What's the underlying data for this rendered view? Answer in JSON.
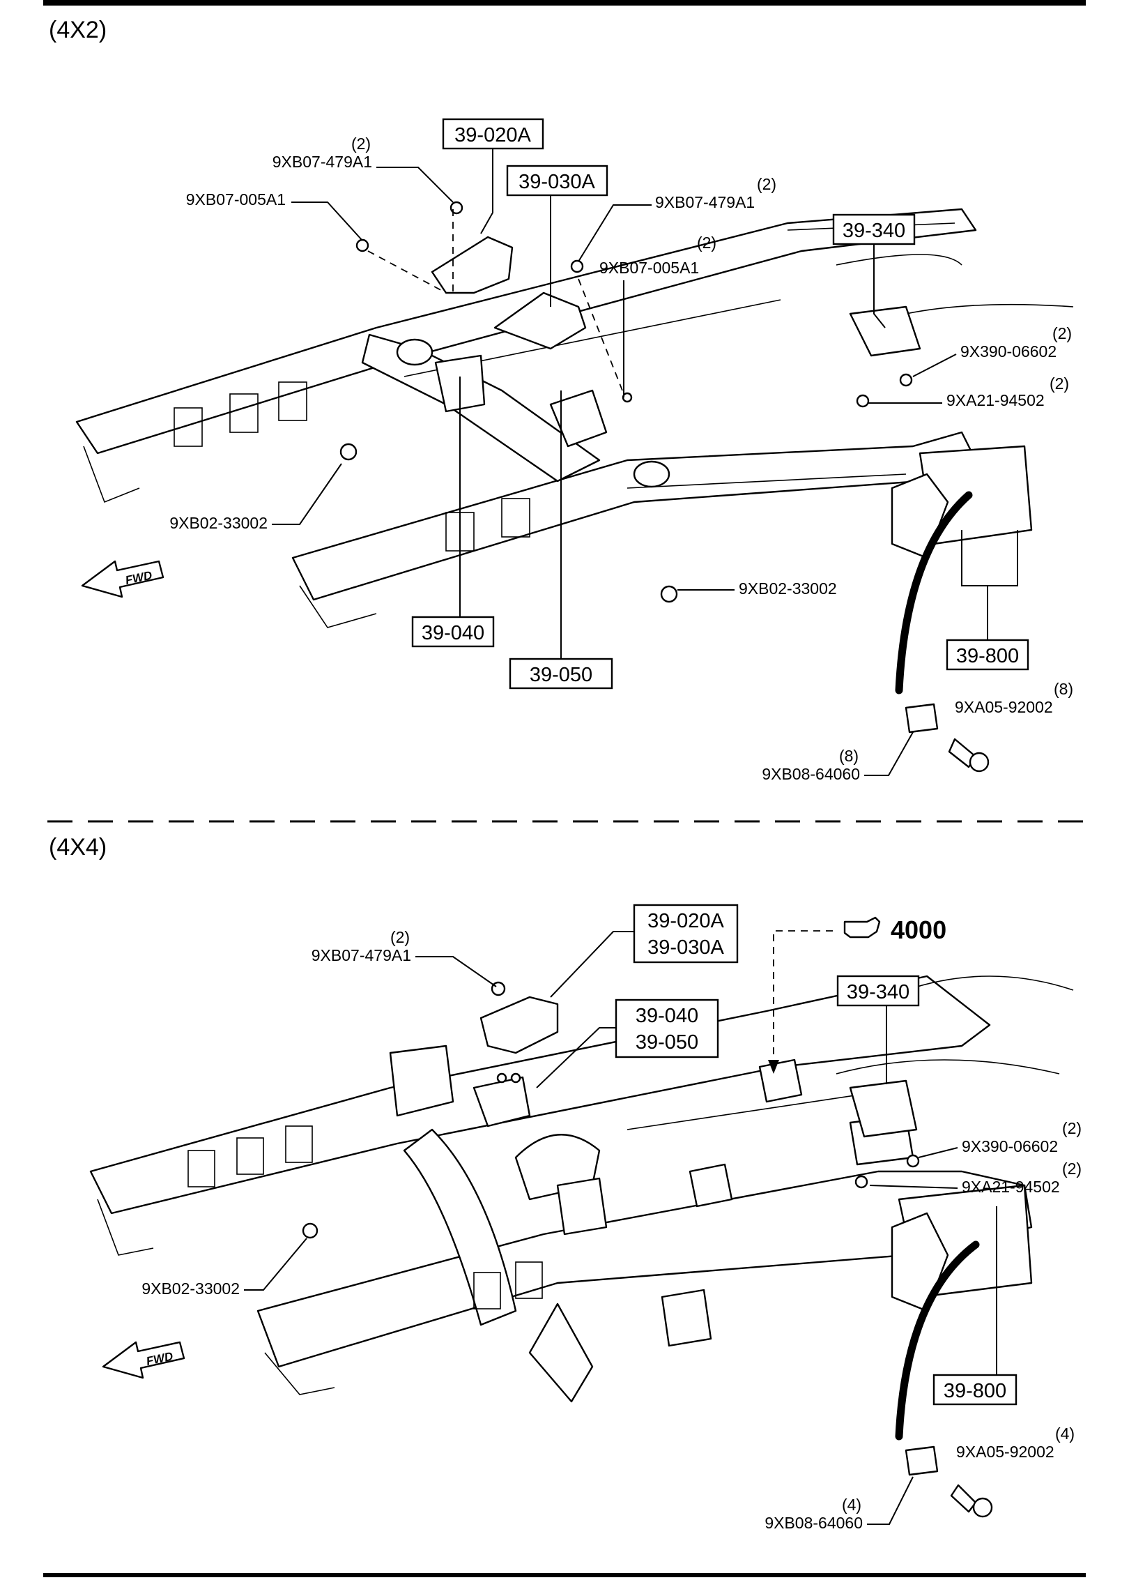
{
  "sections": {
    "top": {
      "title": "(4X2)",
      "boxes": {
        "b1": "39-020A",
        "b2": "39-030A",
        "b3": "39-340",
        "b4": "39-040",
        "b5": "39-050",
        "b6": "39-800"
      },
      "parts": {
        "p1": {
          "qty": "(2)",
          "code": "9XB07-479A1"
        },
        "p2": {
          "code": "9XB07-005A1"
        },
        "p3": {
          "qty": "(2)",
          "code": "9XB07-479A1"
        },
        "p4": {
          "qty": "(2)",
          "code": "9XB07-005A1"
        },
        "p5": {
          "qty": "(2)",
          "code": "9X390-06602"
        },
        "p6": {
          "qty": "(2)",
          "code": "9XA21-94502"
        },
        "p7": {
          "code": "9XB02-33002"
        },
        "p8": {
          "code": "9XB02-33002"
        },
        "p9": {
          "qty": "(8)",
          "code": "9XA05-92002"
        },
        "p10": {
          "qty": "(8)",
          "code": "9XB08-64060"
        }
      },
      "fwd": "FWD"
    },
    "bottom": {
      "title": "(4X4)",
      "boxes": {
        "b1a": "39-020A",
        "b1b": "39-030A",
        "b2a": "39-040",
        "b2b": "39-050",
        "b3": "39-340",
        "b4": "39-800"
      },
      "parts": {
        "p1": {
          "qty": "(2)",
          "code": "9XB07-479A1"
        },
        "p2": {
          "qty": "(2)",
          "code": "9X390-06602"
        },
        "p3": {
          "qty": "(2)",
          "code": "9XA21-94502"
        },
        "p4": {
          "code": "9XB02-33002"
        },
        "p5": {
          "qty": "(4)",
          "code": "9XA05-92002"
        },
        "p6": {
          "qty": "(4)",
          "code": "9XB08-64060"
        }
      },
      "ref": "4000",
      "fwd": "FWD"
    }
  },
  "icons": [
    "fwd-arrow-icon",
    "pointing-hand-icon"
  ]
}
